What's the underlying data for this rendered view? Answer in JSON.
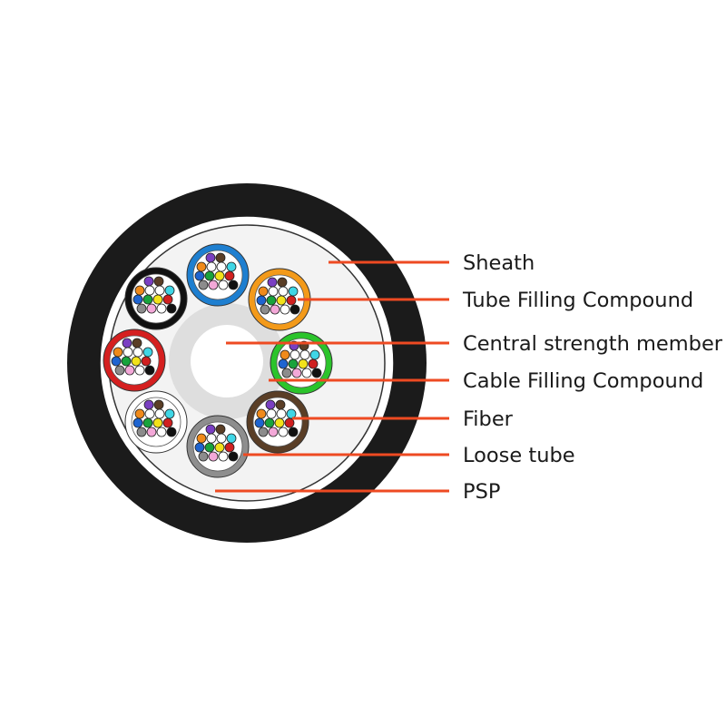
{
  "labels": {
    "sheath": "Sheath",
    "tube_filling_compound": "Tube Filling Compound",
    "central_strength_member": "Central strength member",
    "cable_filling_compound": "Cable Filling Compound",
    "fiber": "Fiber",
    "loose_tube": "Loose tube",
    "psp": "PSP"
  },
  "colors": {
    "sheath": "#1b1b1b",
    "leader": "#ee4a22",
    "psp": "#ffffff",
    "cable_filling_compound": "#f3f3f3",
    "central_member_outer": "#dedede",
    "central_member_inner": "#ffffff"
  },
  "tubes": [
    {
      "name": "blue-tube",
      "color": "#1e7fd0"
    },
    {
      "name": "orange-tube",
      "color": "#f39a1a"
    },
    {
      "name": "green-tube",
      "color": "#2bc42b"
    },
    {
      "name": "brown-tube",
      "color": "#5a3e26"
    },
    {
      "name": "gray-tube",
      "color": "#8e8e8e"
    },
    {
      "name": "white-tube",
      "color": "#ffffff"
    },
    {
      "name": "red-tube",
      "color": "#d51f1f"
    },
    {
      "name": "black-tube",
      "color": "#111111"
    }
  ],
  "fiber_colors": [
    {
      "name": "violet",
      "color": "#7a3fc2"
    },
    {
      "name": "brown",
      "color": "#5a3e26"
    },
    {
      "name": "orange",
      "color": "#f08a1a"
    },
    {
      "name": "white",
      "color": "#ffffff"
    },
    {
      "name": "white",
      "color": "#ffffff"
    },
    {
      "name": "aqua",
      "color": "#3fd6e6"
    },
    {
      "name": "blue",
      "color": "#1e64d0"
    },
    {
      "name": "green",
      "color": "#18a33c"
    },
    {
      "name": "yellow",
      "color": "#f2e21a"
    },
    {
      "name": "red",
      "color": "#d02020"
    },
    {
      "name": "slate",
      "color": "#8c8c8c"
    },
    {
      "name": "rose",
      "color": "#f3a8d8"
    },
    {
      "name": "white",
      "color": "#ffffff"
    },
    {
      "name": "black",
      "color": "#111111"
    }
  ]
}
